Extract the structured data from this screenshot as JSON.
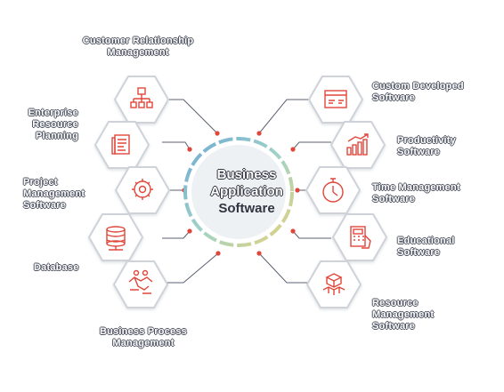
{
  "center": {
    "line1": "Business",
    "line2": "Application",
    "line3": "Software"
  },
  "left": {
    "crm": "Customer Relationship Management",
    "erp": "Enterprise Resource Planning",
    "pm": "Project Management Software",
    "db": "Database",
    "bpm": "Business Process Management"
  },
  "right": {
    "custom": "Custom Developed Software",
    "productivity": "Productivity Software",
    "time": "Time Management Software",
    "edu": "Educational Software",
    "resource": "Resource Management Software"
  },
  "icons": [
    "org-chart-icon",
    "document-icon",
    "gear-brain-icon",
    "database-icon",
    "handshake-icon",
    "browser-window-icon",
    "growth-chart-icon",
    "stopwatch-icon",
    "calculator-tablet-icon",
    "network-box-icon"
  ],
  "colors": {
    "accent": "#e0463a",
    "hex_outline": "#d3d7dd",
    "line": "#5b6170",
    "text_outline": "#4f5563"
  }
}
